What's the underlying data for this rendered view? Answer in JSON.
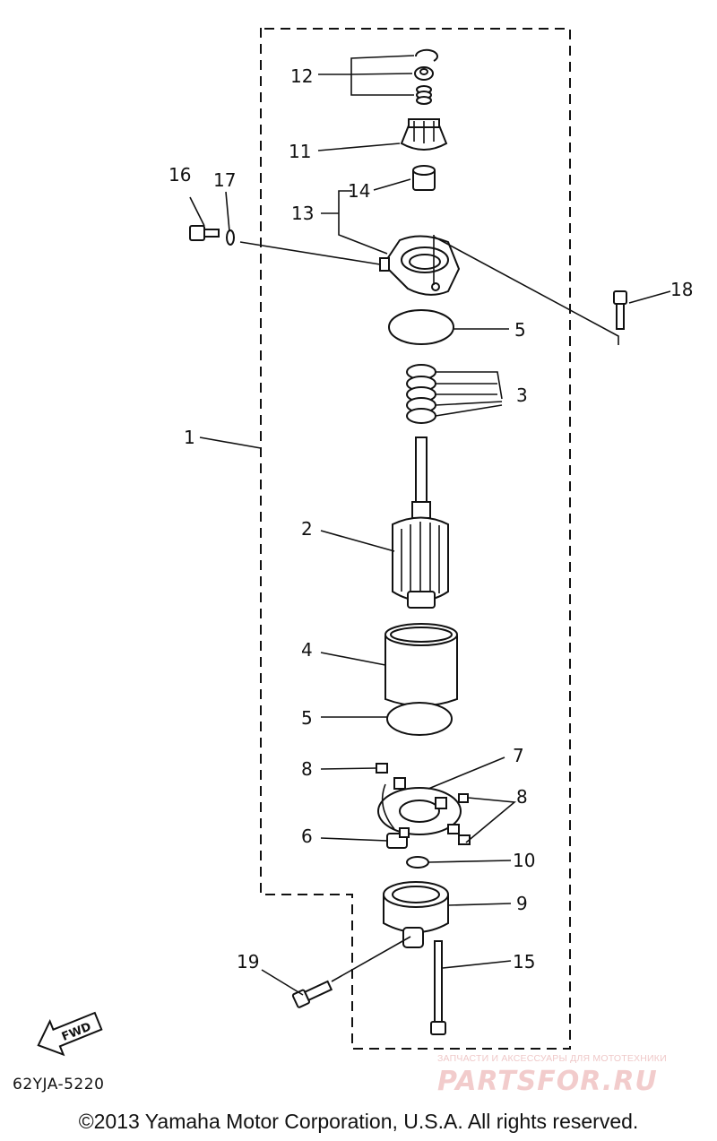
{
  "diagram_code": "62YJA-5220",
  "copyright": "©2013 Yamaha Motor Corporation, U.S.A. All rights reserved.",
  "fwd_label": "FWD",
  "watermark": {
    "subtitle": "ЗАПЧАСТИ И АКСЕССУАРЫ ДЛЯ МОТОТЕХНИКИ",
    "logo": "PARTSFOR.RU"
  },
  "callouts": {
    "c1": "1",
    "c2": "2",
    "c3": "3",
    "c4": "4",
    "c5a": "5",
    "c5b": "5",
    "c6": "6",
    "c7": "7",
    "c8a": "8",
    "c8b": "8",
    "c9": "9",
    "c10": "10",
    "c11": "11",
    "c12": "12",
    "c13": "13",
    "c14": "14",
    "c15": "15",
    "c16": "16",
    "c17": "17",
    "c18": "18",
    "c19": "19"
  },
  "icons": [
    "fwd-arrow-icon"
  ]
}
